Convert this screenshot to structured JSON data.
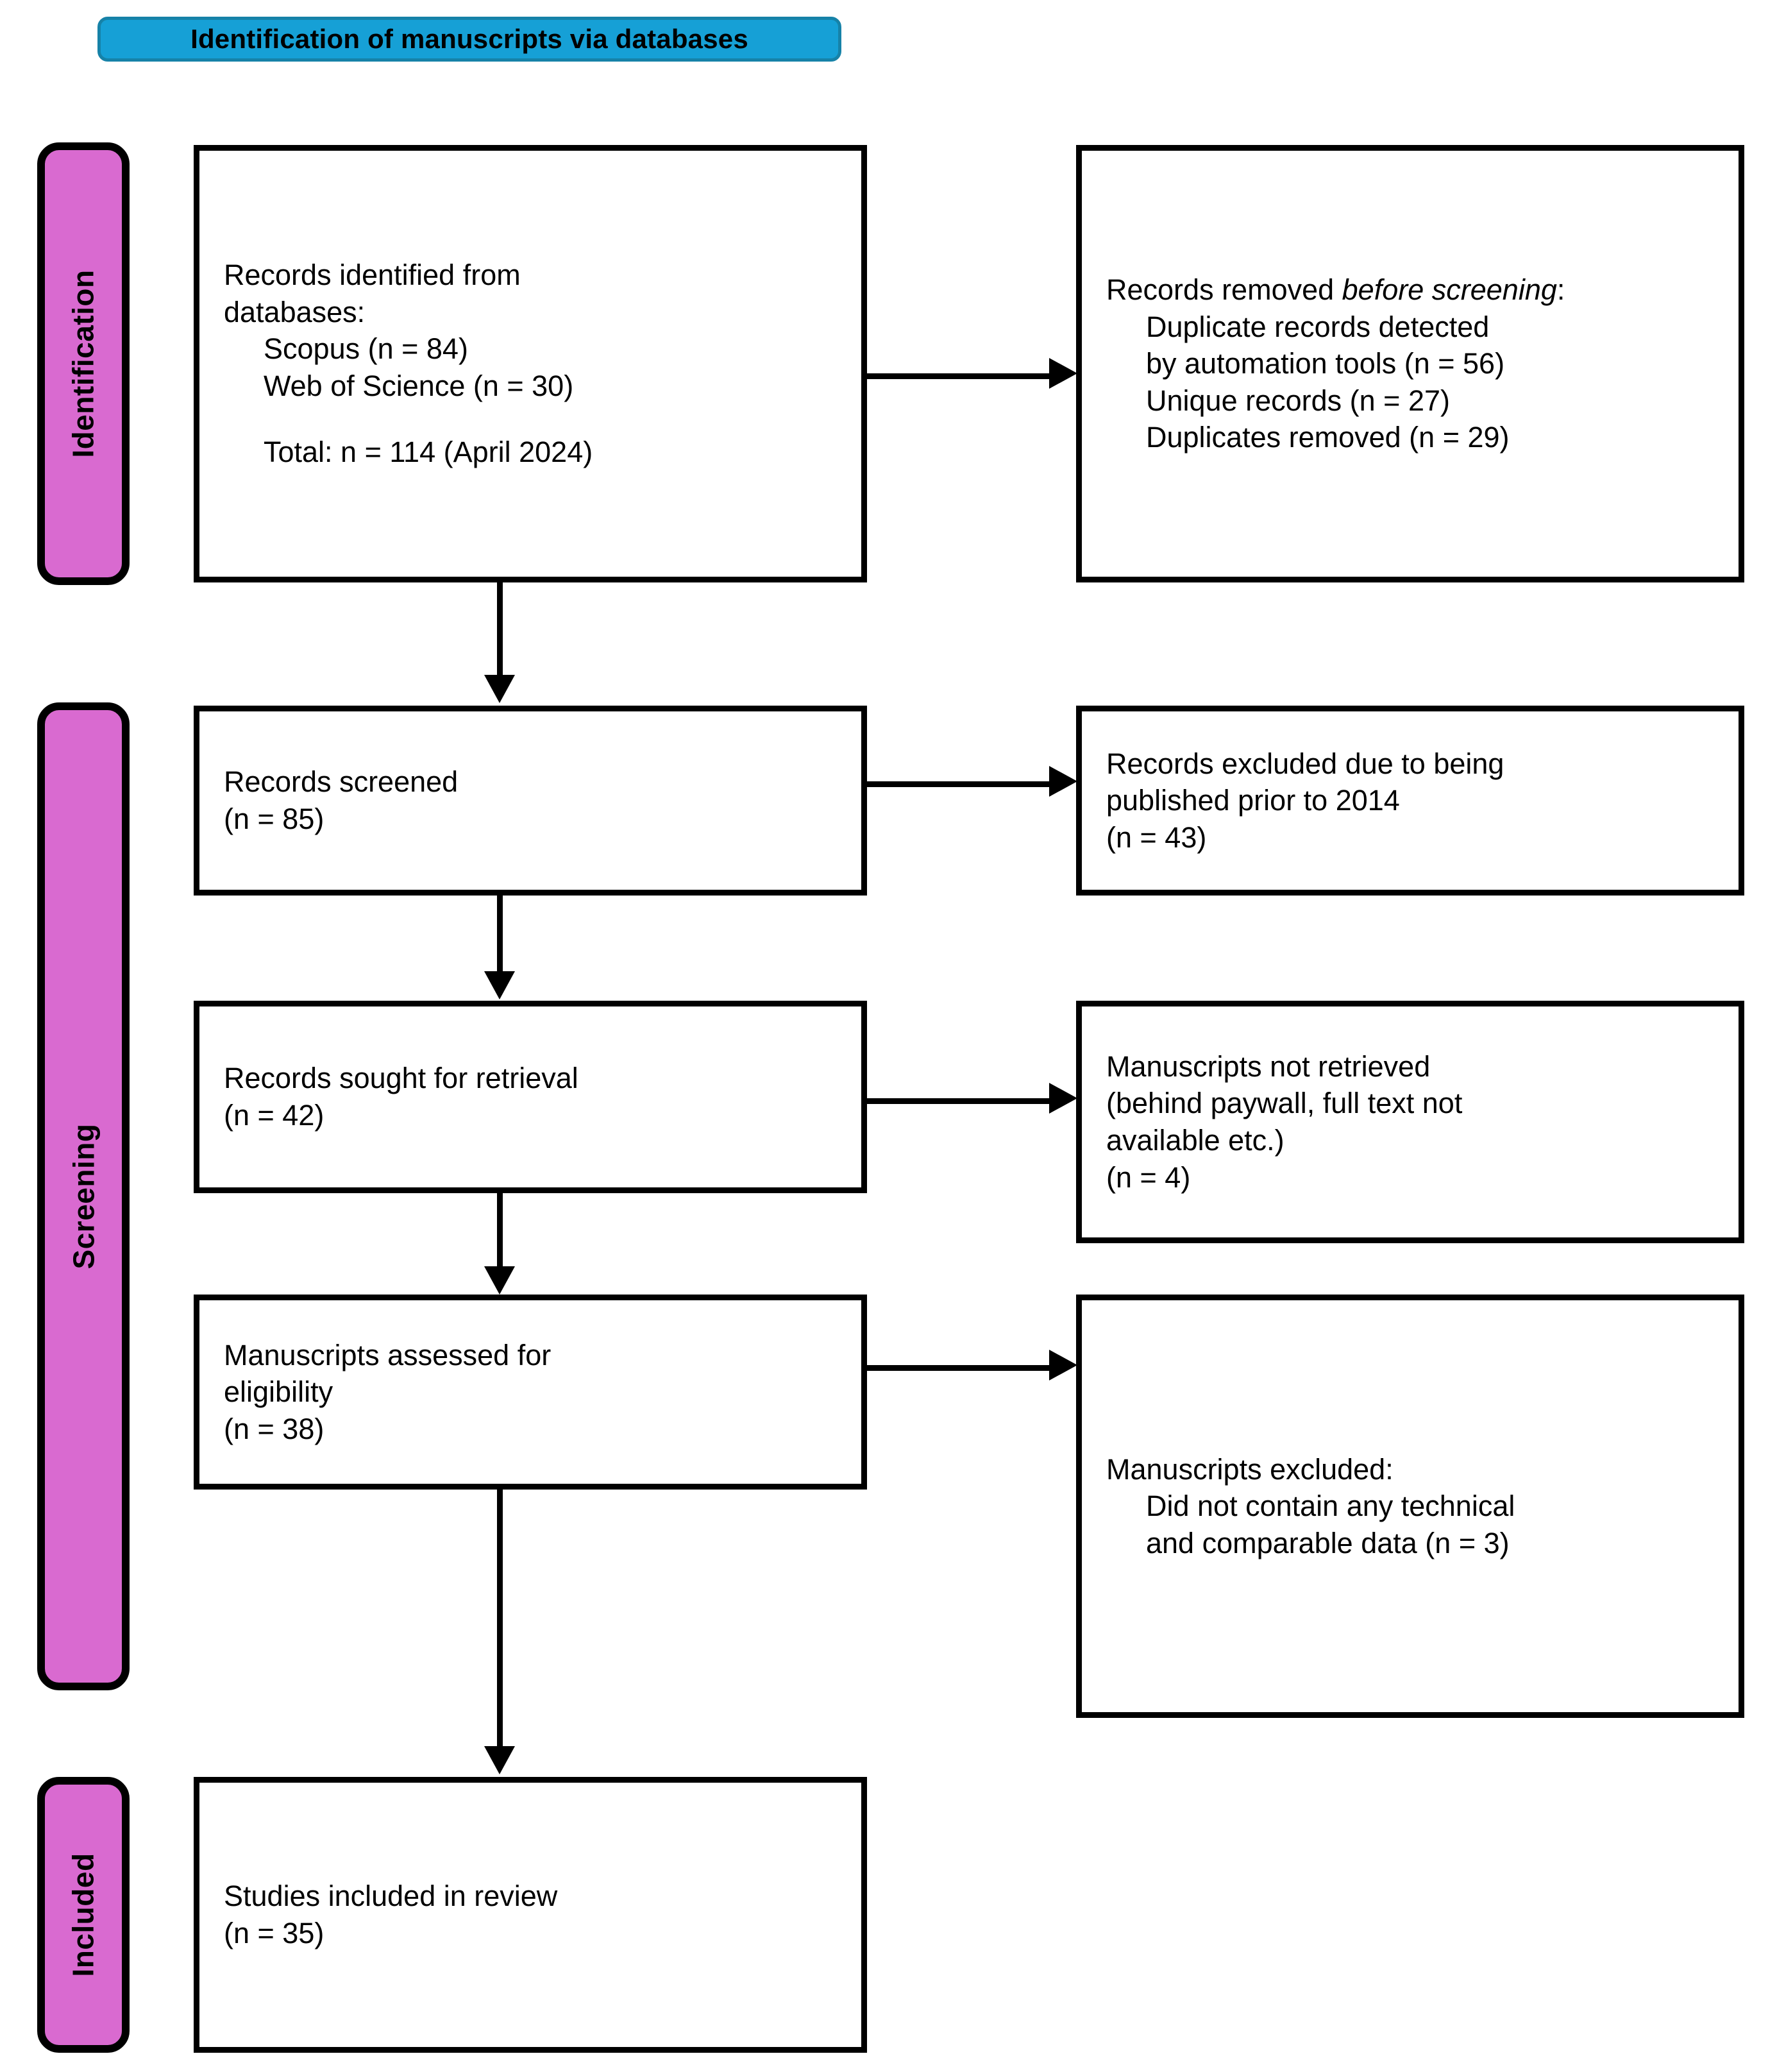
{
  "diagram": {
    "type": "PRISMA flow diagram",
    "header": {
      "title": "Identification of manuscripts via databases"
    },
    "colors": {
      "header_banner": "#16a0d6",
      "header_banner_border": "#1682a8",
      "phase_band": "#d96ad0",
      "box_border": "#000000",
      "box_fill": "#ffffff",
      "text": "#000000"
    },
    "phases": [
      {
        "id": "identification",
        "label": "Identification"
      },
      {
        "id": "screening",
        "label": "Screening"
      },
      {
        "id": "included",
        "label": "Included"
      }
    ],
    "boxes": {
      "identified": {
        "lines": [
          {
            "text": "Records identified from",
            "indent": false,
            "gap": false
          },
          {
            "text": "databases:",
            "indent": false,
            "gap": false
          },
          {
            "text": "Scopus (n = 84)",
            "indent": true,
            "gap": false
          },
          {
            "text": "Web of Science (n = 30)",
            "indent": true,
            "gap": false
          },
          {
            "text": "Total: n = 114 (April 2024)",
            "indent": true,
            "gap": true
          }
        ]
      },
      "removed": {
        "heading_plain": "Records removed ",
        "heading_italic": "before screening",
        "heading_colon": ":",
        "lines": [
          {
            "text": "Duplicate records detected",
            "indent": true,
            "gap": false
          },
          {
            "text": "by automation tools (n = 56)",
            "indent": true,
            "gap": false
          },
          {
            "text": "Unique records (n = 27)",
            "indent": true,
            "gap": false
          },
          {
            "text": "Duplicates removed (n = 29)",
            "indent": true,
            "gap": false
          }
        ]
      },
      "screened": {
        "lines": [
          {
            "text": "Records screened",
            "indent": false,
            "gap": false
          },
          {
            "text": "(n = 85)",
            "indent": false,
            "gap": false
          }
        ]
      },
      "excluded_2014": {
        "lines": [
          {
            "text": "Records excluded due to being",
            "indent": false,
            "gap": false
          },
          {
            "text": "published prior to 2014",
            "indent": false,
            "gap": false
          },
          {
            "text": "(n = 43)",
            "indent": false,
            "gap": false
          }
        ]
      },
      "sought": {
        "lines": [
          {
            "text": "Records sought for retrieval",
            "indent": false,
            "gap": false
          },
          {
            "text": "(n = 42)",
            "indent": false,
            "gap": false
          }
        ]
      },
      "not_retrieved": {
        "lines": [
          {
            "text": "Manuscripts not retrieved",
            "indent": false,
            "gap": false
          },
          {
            "text": "(behind paywall, full text not",
            "indent": false,
            "gap": false
          },
          {
            "text": "available etc.)",
            "indent": false,
            "gap": false
          },
          {
            "text": "(n = 4)",
            "indent": false,
            "gap": false
          }
        ]
      },
      "assessed": {
        "lines": [
          {
            "text": "Manuscripts assessed for",
            "indent": false,
            "gap": false
          },
          {
            "text": "eligibility",
            "indent": false,
            "gap": false
          },
          {
            "text": "(n = 38)",
            "indent": false,
            "gap": false
          }
        ]
      },
      "manuscripts_excluded": {
        "lines": [
          {
            "text": "Manuscripts excluded:",
            "indent": false,
            "gap": false
          },
          {
            "text": "Did not contain any technical",
            "indent": true,
            "gap": false
          },
          {
            "text": "and comparable data (n = 3)",
            "indent": true,
            "gap": false
          }
        ]
      },
      "included": {
        "lines": [
          {
            "text": "Studies included in review",
            "indent": false,
            "gap": false
          },
          {
            "text": "(n = 35)",
            "indent": false,
            "gap": false
          }
        ]
      }
    },
    "counts": {
      "scopus": 84,
      "web_of_science": 30,
      "total_identified": 114,
      "search_date": "April 2024",
      "duplicate_records_automation": 56,
      "unique_records": 27,
      "duplicates_removed": 29,
      "records_screened": 85,
      "records_excluded_pre_2014": 43,
      "records_sought": 42,
      "manuscripts_not_retrieved": 4,
      "manuscripts_assessed": 38,
      "manuscripts_excluded_no_data": 3,
      "studies_included": 35
    }
  }
}
